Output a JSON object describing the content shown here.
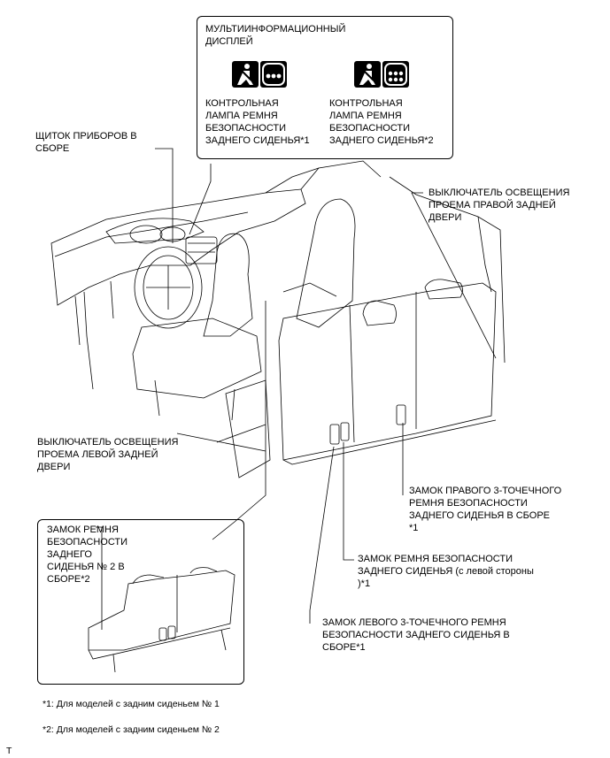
{
  "display_box": {
    "title": "МУЛЬТИИНФОРМАЦИОННЫЙ\nДИСПЛЕЙ",
    "indicator1": "КОНТРОЛЬНАЯ\nЛАМПА РЕМНЯ\nБЕЗОПАСНОСТИ\nЗАДНЕГО СИДЕНЬЯ*1",
    "indicator2": "КОНТРОЛЬНАЯ\nЛАМПА РЕМНЯ\nБЕЗОПАСНОСТИ\nЗАДНЕГО СИДЕНЬЯ*2"
  },
  "labels": {
    "instrument_cluster": "ЩИТОК ПРИБОРОВ В\nСБОРЕ",
    "right_door_switch": "ВЫКЛЮЧАТЕЛЬ ОСВЕЩЕНИЯ\nПРОЕМА ПРАВОЙ ЗАДНЕЙ\nДВЕРИ",
    "left_door_switch": "ВЫКЛЮЧАТЕЛЬ ОСВЕЩЕНИЯ\nПРОЕМА ЛЕВОЙ ЗАДНЕЙ\nДВЕРИ",
    "right_3pt_buckle": "ЗАМОК ПРАВОГО 3-ТОЧЕЧНОГО\nРЕМНЯ БЕЗОПАСНОСТИ\nЗАДНЕГО СИДЕНЬЯ В СБОРЕ\n*1",
    "left_side_buckle": "ЗАМОК РЕМНЯ БЕЗОПАСНОСТИ\nЗАДНЕГО СИДЕНЬЯ (с левой стороны\n)*1",
    "left_3pt_buckle": "ЗАМОК ЛЕВОГО 3-ТОЧЕЧНОГО РЕМНЯ\nБЕЗОПАСНОСТИ ЗАДНЕГО СИДЕНЬЯ В\nСБОРЕ*1",
    "seat2_buckle": "ЗАМОК РЕМНЯ\nБЕЗОПАСНОСТИ\nЗАДНЕГО\nСИДЕНЬЯ № 2 В\nСБОРЕ*2"
  },
  "notes": {
    "note1": "*1: Для моделей с задним сиденьем № 1",
    "note2": "*2: Для моделей с задним сиденьем № 2"
  },
  "corner_mark": "T",
  "icons": [
    "seatbelt-warning-icon",
    "rear-seats-3-icon",
    "seatbelt-warning-icon",
    "rear-seats-6-icon"
  ]
}
